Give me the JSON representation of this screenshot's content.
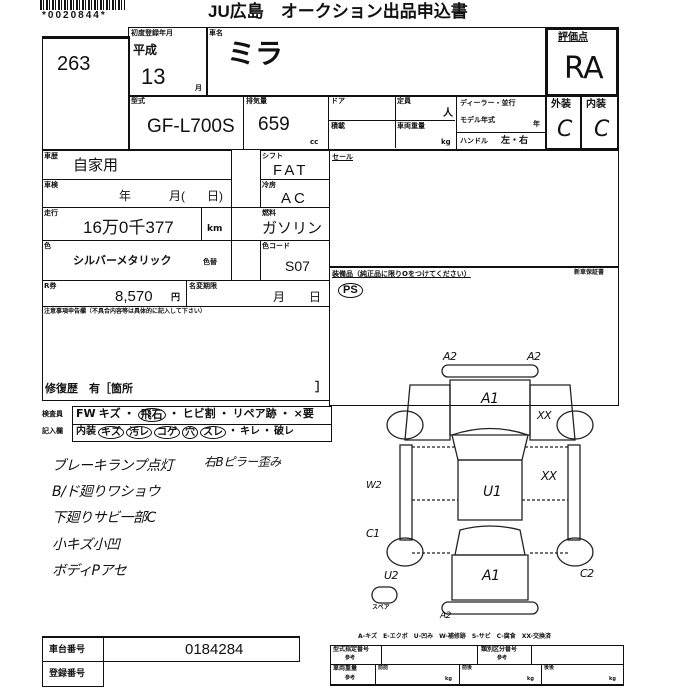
{
  "header": {
    "barcode_number": "*0020844*",
    "title": "JU広島　オークション出品申込書"
  },
  "lot_number": "263",
  "first_registration": {
    "label": "初度登録年月",
    "era": "平成",
    "year": "13",
    "month_suffix": "月"
  },
  "car_name": {
    "label": "車名",
    "value": "ミラ"
  },
  "score": {
    "label": "評価点",
    "value": "RA"
  },
  "model": {
    "label": "型式",
    "value": "GF-L700S"
  },
  "displacement": {
    "label": "排気量",
    "value": "659",
    "unit": "cc"
  },
  "door_label": "ドア",
  "capacity_label": "定員",
  "capacity_unit": "人",
  "load_label": "積載",
  "weight_label": "車両重量",
  "weight_unit": "kg",
  "dealer": {
    "label": "ディーラー・並行",
    "model_year_label": "モデル年式",
    "model_year_unit": "年",
    "handle_label": "ハンドル",
    "handle_value": "左・右"
  },
  "exterior": {
    "label": "外装",
    "value": "C"
  },
  "interior": {
    "label": "内装",
    "value": "C"
  },
  "history": {
    "label": "車歴",
    "value": "自家用"
  },
  "inspection": {
    "label": "車検",
    "year": "年",
    "month": "月(",
    "day": "日)"
  },
  "mileage": {
    "label": "走行",
    "value": "16万0千377",
    "unit": "km"
  },
  "shift": {
    "label": "シフト",
    "value": "FAT"
  },
  "ac": {
    "label": "冷房",
    "value": "AC"
  },
  "fuel": {
    "label": "燃料",
    "value": "ガソリン"
  },
  "color": {
    "label": "色",
    "value": "シルバーメタリック",
    "change_label": "色替"
  },
  "color_code": {
    "label": "色コード",
    "value": "S07"
  },
  "recycle": {
    "label": "R券",
    "value": "8,570",
    "unit": "円"
  },
  "tax_period": {
    "label": "名変期限",
    "month": "月",
    "day": "日"
  },
  "sale_point": {
    "label": "セール"
  },
  "equipment": {
    "label": "装備品（純正品に限りOをつけてください）",
    "value": "PS",
    "new_car_warranty": "新車保証書"
  },
  "notes": {
    "label": "注意事項申告欄（不具合内容等は具体的に記入して下さい）",
    "repair": "修復歴　有［箇所",
    "repair_end": "］"
  },
  "inspector": {
    "label1": "検査員",
    "label2": "記入欄",
    "row1": [
      "FW",
      "キズ",
      "・",
      "飛石",
      "・",
      "ヒビ割",
      "・",
      "リペア跡",
      "・",
      "×要"
    ],
    "row2": [
      "内装",
      "キズ",
      "汚レ",
      "コゲ",
      "穴",
      "スレ",
      "・",
      "キレ",
      "・",
      "破レ"
    ]
  },
  "handwritten_notes": [
    "ブレーキランプ点灯",
    "B/ド廻りワショウ",
    "下廻りサビ一部C",
    "小キズ小凹",
    "ボディPアセ"
  ],
  "handwritten_right": "右Bピラー歪み",
  "diagram": {
    "marks": [
      "A2",
      "A2",
      "A1",
      "XX",
      "XX",
      "U1",
      "W2",
      "C1",
      "U2",
      "C2",
      "A1",
      "A2"
    ],
    "spare_label": "スペア",
    "legend": "A-キズ　E-エクボ　U-凹み　W-補修跡　S-サビ　C-腐食　XX-交換済"
  },
  "chassis": {
    "label": "車台番号",
    "value": "0184284"
  },
  "registration": {
    "label": "登録番号"
  },
  "bottom_table": {
    "l1": "型式指定番号",
    "l2": "類別区分番号",
    "l3": "車両重量",
    "sub": "参考",
    "c1": "前前",
    "c2": "前後",
    "c3": "後後",
    "unit": "kg"
  }
}
